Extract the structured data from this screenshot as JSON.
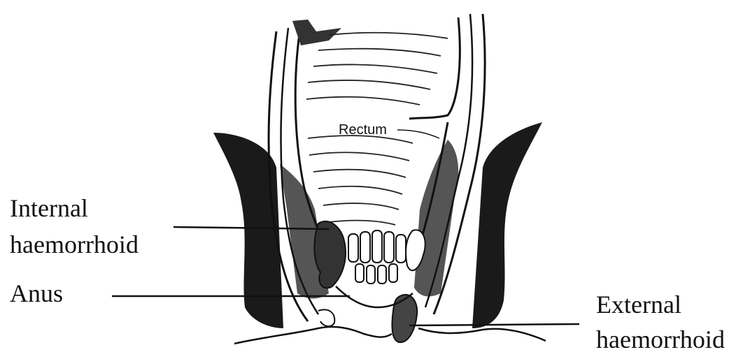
{
  "diagram": {
    "labels": {
      "rectum": "Rectum",
      "internal_line1": "Internal",
      "internal_line2": "haemorrhoid",
      "anus": "Anus",
      "external_line1": "External",
      "external_line2": "haemorrhoid"
    },
    "colors": {
      "ink": "#111111",
      "muscle_dark": "#1a1a1a",
      "muscle_mid": "#555555",
      "background": "#ffffff"
    }
  }
}
